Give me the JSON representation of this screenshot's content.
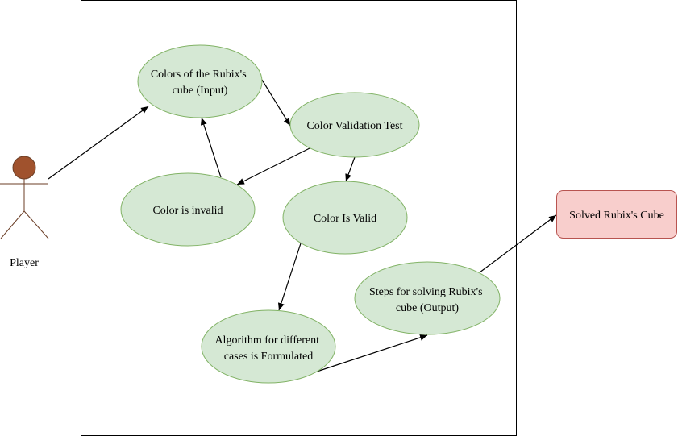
{
  "actor": {
    "label": "Player"
  },
  "use_cases": {
    "colors_input": {
      "lines": [
        "Colors of the Rubix's",
        "cube (Input)"
      ]
    },
    "validation_test": {
      "lines": [
        "Color Validation Test"
      ]
    },
    "color_invalid": {
      "lines": [
        "Color is invalid"
      ]
    },
    "color_valid": {
      "lines": [
        "Color Is Valid"
      ]
    },
    "algorithm": {
      "lines": [
        "Algorithm for different",
        "cases is Formulated"
      ]
    },
    "steps_output": {
      "lines": [
        "Steps for solving Rubix's",
        "cube (Output)"
      ]
    }
  },
  "result": {
    "lines": [
      "Solved Rubix's Cube"
    ]
  },
  "colors": {
    "usecase_fill": "#d5e8d4",
    "usecase_stroke": "#82b366",
    "result_fill": "#f8cecc",
    "result_stroke": "#b85450",
    "actor_head": "#a0522d",
    "actor_line": "#6b3e26"
  }
}
